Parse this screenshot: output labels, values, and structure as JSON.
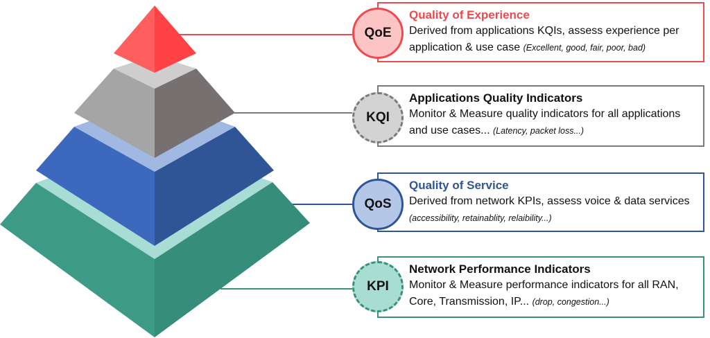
{
  "colors": {
    "qoe": "#f0484c",
    "kqi": "#7a7a7a",
    "qos": "#2f5597",
    "kpi": "#3a8f7a"
  },
  "layers": [
    {
      "id": "qoe",
      "badge": "QoE",
      "title": "Quality of Experience",
      "desc": "Derived from applications KQIs, assess experience per application & use case",
      "examples": "(Excellent, good, fair, poor, bad)"
    },
    {
      "id": "kqi",
      "badge": "KQI",
      "title": "Applications Quality Indicators",
      "desc": "Monitor & Measure quality indicators for all applications and use cases...",
      "examples": "(Latency, packet loss...)"
    },
    {
      "id": "qos",
      "badge": "QoS",
      "title": "Quality of Service",
      "desc": "Derived from network KPIs, assess voice & data services",
      "examples": "(accessibility, retainablity, relaibility...)"
    },
    {
      "id": "kpi",
      "badge": "KPI",
      "title": "Network Performance Indicators",
      "desc": "Monitor & Measure performance indicators for all RAN, Core, Transmission, IP...",
      "examples": "(drop, congestion...)"
    }
  ]
}
